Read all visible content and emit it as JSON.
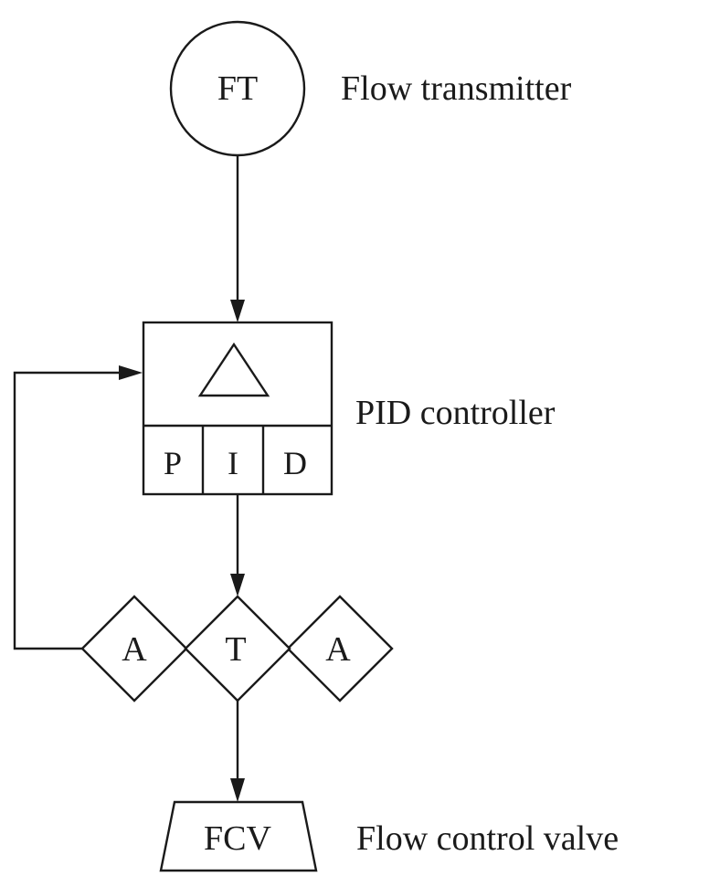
{
  "flow_transmitter": {
    "symbol": "FT",
    "caption": "Flow transmitter"
  },
  "pid_controller": {
    "caption": "PID controller",
    "cells": [
      "P",
      "I",
      "D"
    ]
  },
  "converter_chain": {
    "left": "A",
    "center": "T",
    "right": "A"
  },
  "flow_control_valve": {
    "symbol": "FCV",
    "caption": "Flow control valve"
  }
}
